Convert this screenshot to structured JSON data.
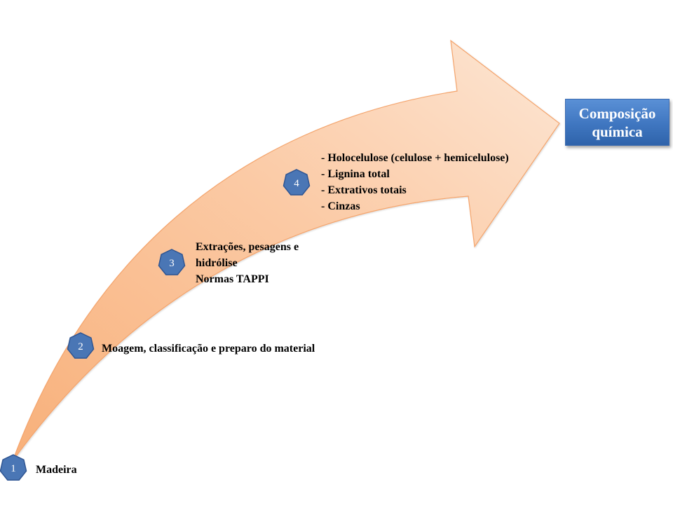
{
  "colors": {
    "arrow_fill_light": "#fde3cf",
    "arrow_fill_dark": "#f9b98a",
    "arrow_stroke": "#f4a46c",
    "marker_fill": "#4a76b5",
    "marker_stroke": "#2f5592",
    "box_fill": "#3f76c0",
    "box_text": "#ffffff"
  },
  "steps": [
    {
      "number": "1",
      "lines": [
        "Madeira"
      ]
    },
    {
      "number": "2",
      "lines": [
        "Moagem, classificação e preparo do material"
      ]
    },
    {
      "number": "3",
      "lines": [
        "Extrações, pesagens e",
        "hidrólise",
        "Normas TAPPI"
      ]
    },
    {
      "number": "4",
      "lines": [
        "- Holocelulose (celulose + hemicelulose)",
        "- Lignina total",
        "- Extrativos totais",
        "- Cinzas"
      ]
    }
  ],
  "target": {
    "label": "Composição\nquímica"
  }
}
